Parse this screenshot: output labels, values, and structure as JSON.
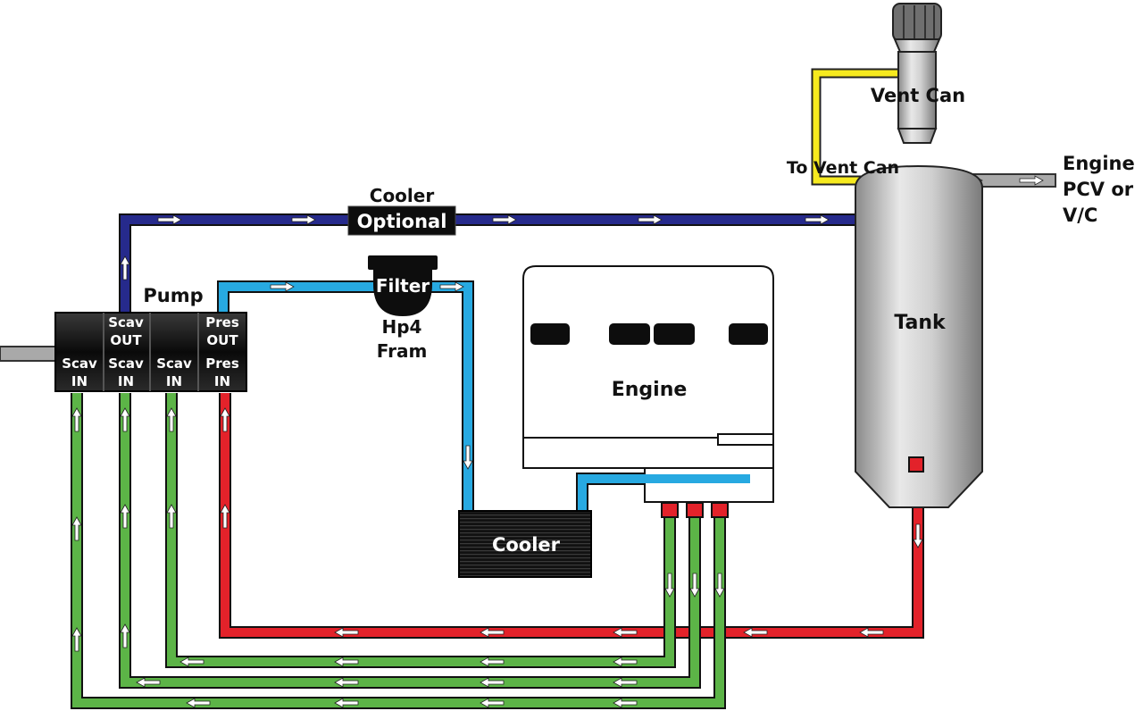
{
  "labels": {
    "vent_can": "Vent Can",
    "to_vent_can": "To Vent Can",
    "engine_pcv_line1": "Engine",
    "engine_pcv_line2": "PCV or",
    "engine_pcv_line3": "V/C",
    "cooler_top": "Cooler",
    "optional": "Optional",
    "tank": "Tank",
    "pump": "Pump",
    "filter": "Filter",
    "filter_model1": "Hp4",
    "filter_model2": "Fram",
    "engine": "Engine",
    "cooler_bottom": "Cooler"
  },
  "pump_ports": {
    "top_row": [
      {
        "line1": "",
        "line2": ""
      },
      {
        "line1": "Scav",
        "line2": "OUT"
      },
      {
        "line1": "",
        "line2": ""
      },
      {
        "line1": "Pres",
        "line2": "OUT"
      }
    ],
    "bottom_row": [
      {
        "line1": "Scav",
        "line2": "IN"
      },
      {
        "line1": "Scav",
        "line2": "IN"
      },
      {
        "line1": "Scav",
        "line2": "IN"
      },
      {
        "line1": "Pres",
        "line2": "IN"
      }
    ]
  },
  "colors": {
    "scavenge_out_line": "#262a8c",
    "pressure_out_line": "#27a9e1",
    "pressure_in_line": "#e3222a",
    "scavenge_in_line": "#5cb447",
    "vent_line": "#f6ea1f",
    "pcv_line": "#a9a9a9"
  }
}
